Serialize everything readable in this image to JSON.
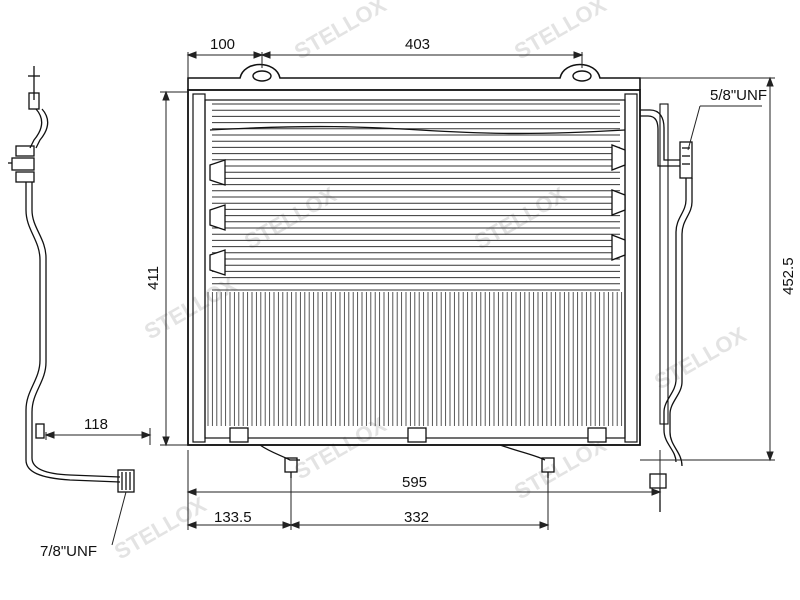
{
  "watermark": "STELLOX",
  "dimensions": {
    "top_left_offset": "100",
    "top_mount_spacing": "403",
    "core_height": "411",
    "total_height": "452.5",
    "outlet_offset": "118",
    "total_width": "595",
    "bottom_left_offset": "133.5",
    "bottom_mount_spacing": "332"
  },
  "fittings": {
    "inlet_thread": "5/8\"UNF",
    "outlet_thread": "7/8\"UNF"
  }
}
